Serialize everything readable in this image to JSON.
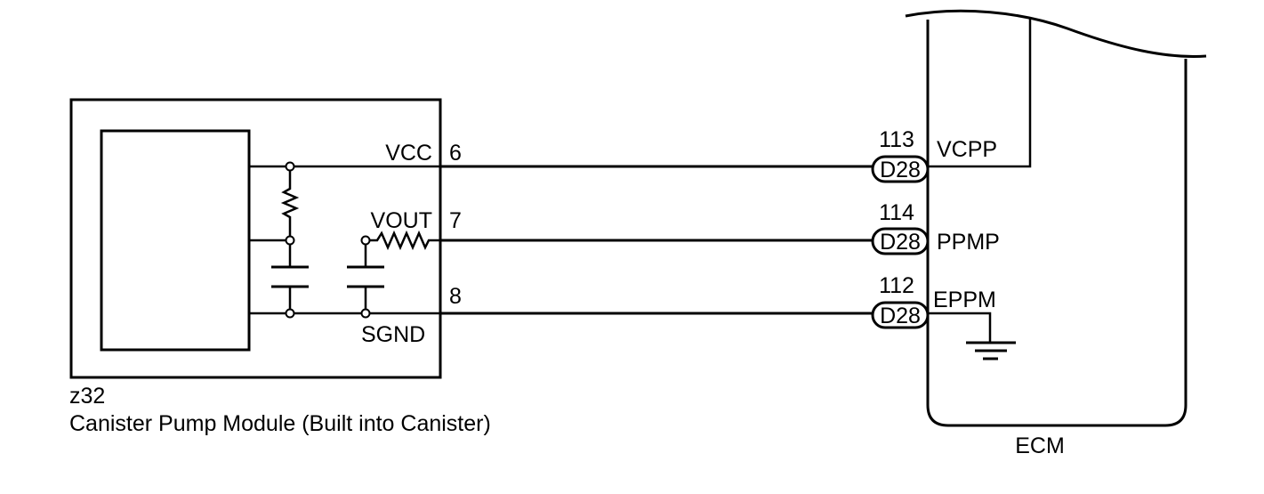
{
  "module": {
    "code": "z32",
    "name": "Canister Pump Module (Built into Canister)"
  },
  "ecm": {
    "label": "ECM"
  },
  "circuits": [
    {
      "module_terminal": "VCC",
      "module_pin": "6",
      "ecm_pin": "113",
      "connector": "D28",
      "ecm_terminal": "VCPP"
    },
    {
      "module_terminal": "VOUT",
      "module_pin": "7",
      "ecm_pin": "114",
      "connector": "D28",
      "ecm_terminal": "PPMP"
    },
    {
      "module_terminal": "SGND",
      "module_pin": "8",
      "ecm_pin": "112",
      "connector": "D28",
      "ecm_terminal": "EPPM"
    }
  ]
}
